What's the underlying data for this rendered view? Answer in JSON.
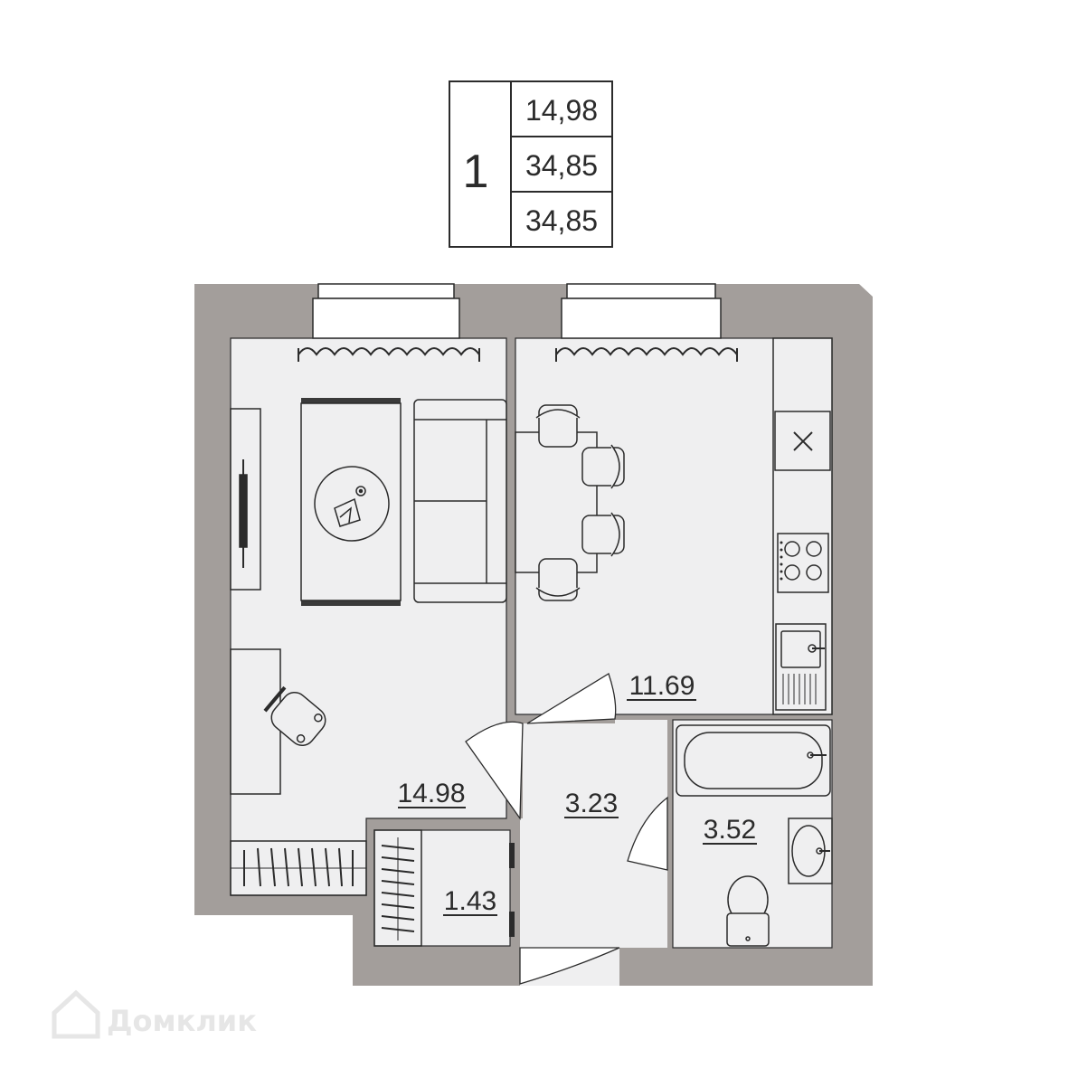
{
  "summary": {
    "rooms": "1",
    "living_area": "14,98",
    "total_area": "34,85",
    "total_area_with_balcony": "34,85"
  },
  "rooms": {
    "living": "14.98",
    "kitchen": "11.69",
    "hallway": "3.23",
    "bathroom": "3.52",
    "closet": "1.43"
  },
  "watermark": {
    "text": "Домклик",
    "icon": "house-logo-icon"
  },
  "colors": {
    "wall": "#a39e9b",
    "floor": "#efeff0",
    "line": "#2b2b2b"
  }
}
